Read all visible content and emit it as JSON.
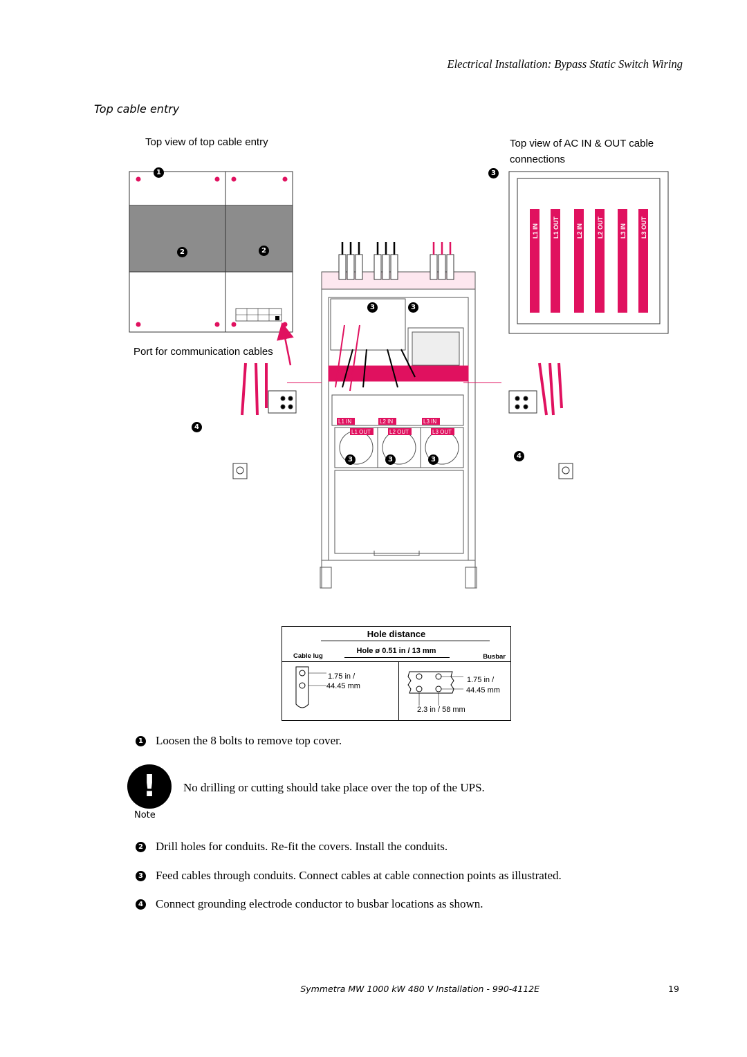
{
  "header": {
    "title": "Electrical Installation: Bypass Static Switch Wiring"
  },
  "section": {
    "title": "Top cable entry"
  },
  "figure": {
    "caption_left": "Top view of top cable entry",
    "caption_right_1": "Top view of AC IN & OUT cable",
    "caption_right_2": "connections",
    "port_label": "Port for communication cables",
    "markers": {
      "m1": "1",
      "m2": "2",
      "m3": "3",
      "m4": "4"
    },
    "busbar_labels": [
      "L1 IN",
      "L1 OUT",
      "L2 IN",
      "L2 OUT",
      "L3 IN",
      "L3 OUT"
    ]
  },
  "hole_distance": {
    "title": "Hole distance",
    "hole_size": "Hole ø 0.51 in / 13 mm",
    "cable_lug": "Cable lug",
    "busbar": "Busbar",
    "lug_dim_1": "1.75 in /",
    "lug_dim_2": "44.45 mm",
    "bus_dim_1": "1.75 in /",
    "bus_dim_2": "44.45 mm",
    "bus_width": "2.3 in / 58 mm"
  },
  "steps": [
    {
      "num": "1",
      "text": "Loosen the 8 bolts to remove top cover."
    },
    {
      "num": "2",
      "text": "Drill holes for conduits. Re-fit the covers. Install the conduits."
    },
    {
      "num": "3",
      "text": "Feed cables through conduits. Connect cables at cable connection points as illustrated."
    },
    {
      "num": "4",
      "text": "Connect grounding electrode conductor to busbar locations as shown."
    }
  ],
  "note": {
    "icon": "!",
    "label": "Note",
    "text": "No drilling or cutting should take place over the top of the UPS."
  },
  "footer": {
    "text": "Symmetra MW 1000 kW 480 V Installation - 990-4112E",
    "page": "19"
  },
  "colors": {
    "accent": "#e0115f",
    "gray": "#8c8c8c"
  }
}
